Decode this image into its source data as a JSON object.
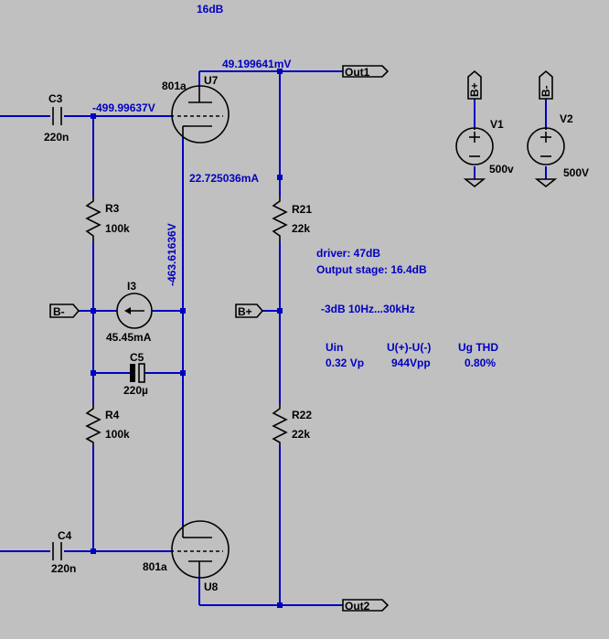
{
  "header": {
    "gain_label": "16dB"
  },
  "nodes": {
    "out1_voltage": "49.199641mV",
    "grid_voltage": "-499.99637V",
    "cathode_voltage": "-463.61636V",
    "rail_current": "22.725036mA"
  },
  "ports": {
    "out1": "Out1",
    "out2": "Out2",
    "b_minus": "B-",
    "b_plus": "B+",
    "b_plus_top": "B+",
    "b_minus_top": "B-"
  },
  "components": {
    "c3": {
      "name": "C3",
      "value": "220n"
    },
    "c4": {
      "name": "C4",
      "value": "220n"
    },
    "c5": {
      "name": "C5",
      "value": "220µ"
    },
    "r3": {
      "name": "R3",
      "value": "100k"
    },
    "r4": {
      "name": "R4",
      "value": "100k"
    },
    "r21": {
      "name": "R21",
      "value": "22k"
    },
    "r22": {
      "name": "R22",
      "value": "22k"
    },
    "i3": {
      "name": "I3",
      "value": "45.45mA"
    },
    "u7": {
      "name": "U7",
      "model": "801a"
    },
    "u8": {
      "name": "U8",
      "model": "801a"
    },
    "v1": {
      "name": "V1",
      "value": "500v"
    },
    "v2": {
      "name": "V2",
      "value": "500V"
    }
  },
  "notes": {
    "driver": "driver: 47dB",
    "output_stage": "Output stage: 16.4dB",
    "bandwidth": "-3dB 10Hz...30kHz",
    "headers": [
      "Uin",
      "U(+)-U(-)",
      "Ug THD"
    ],
    "values": [
      "0.32 Vp",
      "944Vpp",
      "0.80%"
    ]
  },
  "colors": {
    "background": "#c0c0c0",
    "wire": "#0000c0",
    "component": "#000000"
  }
}
